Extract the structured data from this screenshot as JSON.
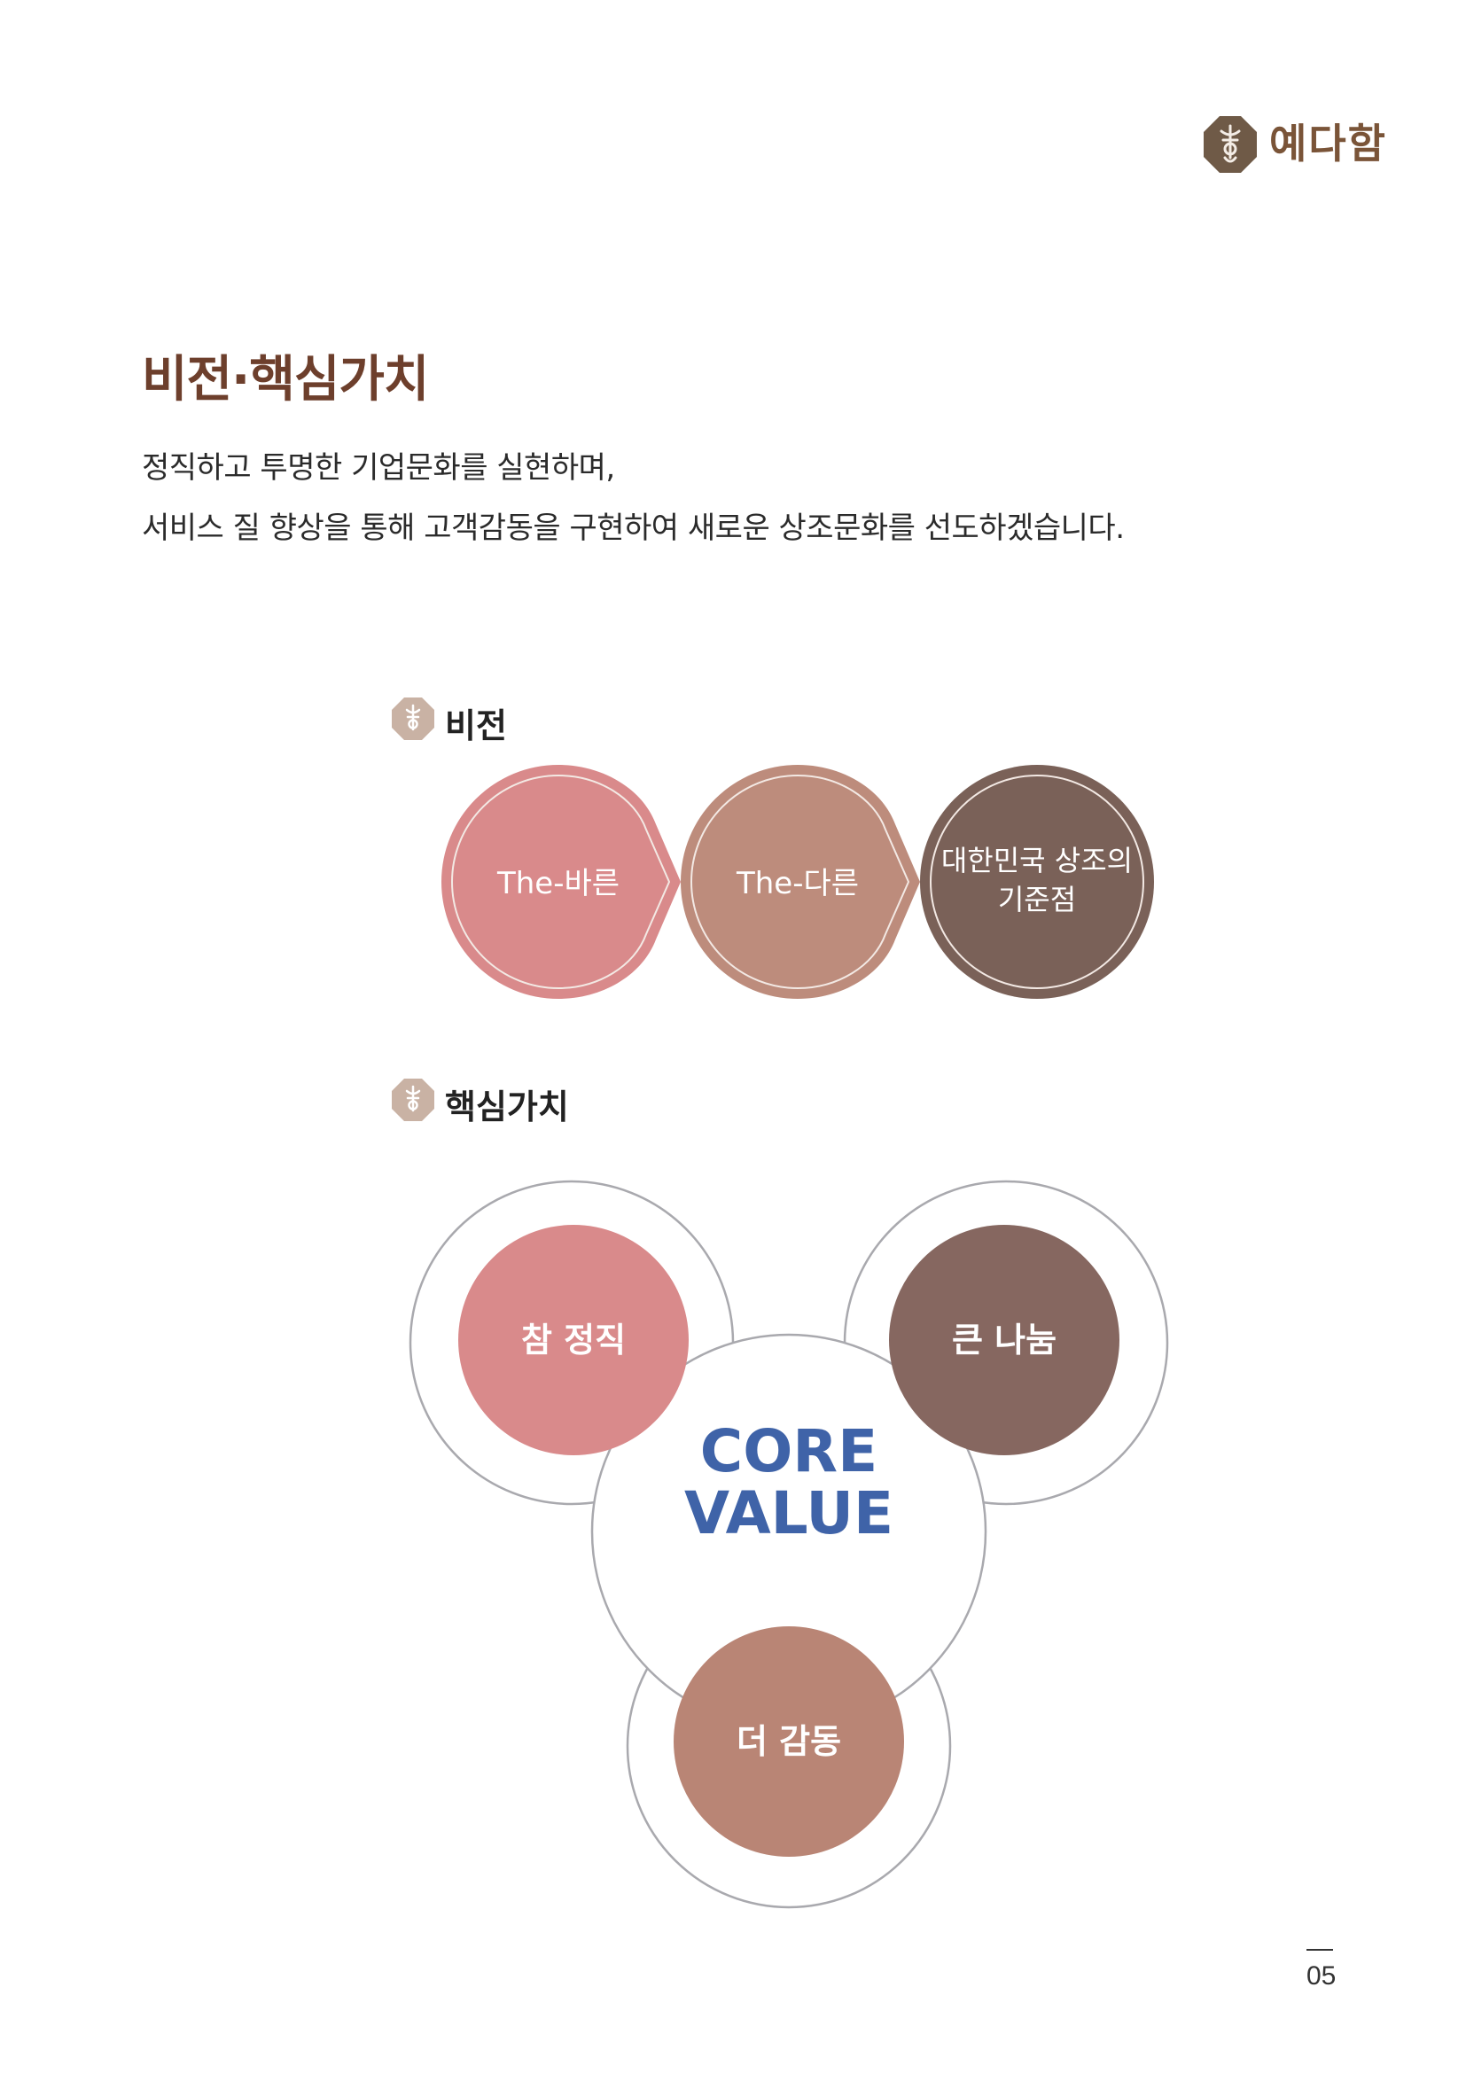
{
  "brand": {
    "logo_text": "예다함"
  },
  "title": "비전·핵심가치",
  "intro": {
    "line1": "정직하고 투명한 기업문화를 실현하며,",
    "line2": "서비스 질 향상을 통해 고객감동을 구현하여 새로운 상조문화를 선도하겠습니다."
  },
  "vision": {
    "heading": "비전",
    "steps": [
      {
        "label": "The-바른",
        "color": "#d98a8b"
      },
      {
        "label": "The-다른",
        "color": "#bd8c7c"
      },
      {
        "label_line1": "대한민국 상조의",
        "label_line2": "기준점",
        "color": "#7a6158"
      }
    ]
  },
  "core_values": {
    "heading": "핵심가치",
    "center_line1": "CORE",
    "center_line2": "VALUE",
    "center_color": "#3f63a8",
    "values": [
      {
        "label": "참 정직",
        "color": "#d98a8b"
      },
      {
        "label": "큰 나눔",
        "color": "#866760"
      },
      {
        "label": "더 감동",
        "color": "#b98575"
      }
    ]
  },
  "page_number": "05"
}
